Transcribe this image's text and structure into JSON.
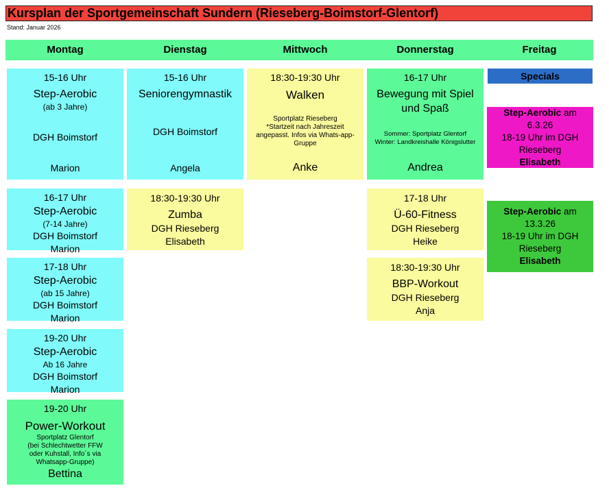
{
  "header": {
    "title": "Kursplan der Sportgemeinschaft Sundern (Rieseberg-Boimstorf-Glentorf)",
    "stand": "Stand: Januar 2026"
  },
  "days": {
    "monday": "Montag",
    "tuesday": "Dienstag",
    "wednesday": "Mittwoch",
    "thursday": "Donnerstag",
    "friday": "Freitag"
  },
  "monday": {
    "c1": {
      "time": "15-16 Uhr",
      "title": "Step-Aerobic",
      "sub": "(ab 3 Jahre)",
      "location": "DGH Boimstorf",
      "trainer": "Marion"
    },
    "c2": {
      "time": "16-17 Uhr",
      "title": "Step-Aerobic",
      "sub": "(7-14 Jahre)",
      "location": "DGH Boimstorf",
      "trainer": "Marion"
    },
    "c3": {
      "time": "17-18 Uhr",
      "title": "Step-Aerobic",
      "sub": "(ab 15 Jahre)",
      "location": "DGH Boimstorf",
      "trainer": "Marion"
    },
    "c4": {
      "time": "19-20 Uhr",
      "title": "Step-Aerobic",
      "sub": "Ab 16 Jahre",
      "location": "DGH Boimstorf",
      "trainer": "Marion"
    },
    "c5": {
      "time": "19-20 Uhr",
      "title": "Power-Workout",
      "note1": "Sportplatz Glentorf",
      "note2": "(bei Schlechtwetter FFW oder Kuhstall, Info´s via Whatsapp-Gruppe)",
      "trainer": "Bettina"
    }
  },
  "tuesday": {
    "c1": {
      "time": "15-16 Uhr",
      "title": "Seniorengymnastik",
      "location": "DGH Boimstorf",
      "trainer": "Angela"
    },
    "c2": {
      "time": "18:30-19:30 Uhr",
      "title": "Zumba",
      "location": "DGH Rieseberg",
      "trainer": "Elisabeth"
    }
  },
  "wednesday": {
    "c1": {
      "time": "18:30-19:30 Uhr",
      "title": "Walken",
      "note1": "Sportplatz Rieseberg",
      "note2": "*Startzeit nach Jahreszeit angepasst. Infos via Whats-app-Gruppe",
      "trainer": "Anke"
    }
  },
  "thursday": {
    "c1": {
      "time": "16-17 Uhr",
      "title": "Bewegung mit Spiel und Spaß",
      "note1": "Sommer: Sportplatz Glentorf",
      "note2": "Winter: Landkreishalle Königslutter",
      "trainer": "Andrea"
    },
    "c2": {
      "time": "17-18 Uhr",
      "title": "Ü-60-Fitness",
      "location": "DGH Rieseberg",
      "trainer": "Heike"
    },
    "c3": {
      "time": "18:30-19:30 Uhr",
      "title": "BBP-Workout",
      "location": "DGH Rieseberg",
      "trainer": "Anja"
    }
  },
  "friday": {
    "specials_label": "Specials",
    "s1": {
      "name": "Step-Aerobic",
      "suffix": " am",
      "date": "6.3.26",
      "line2": "18-19 Uhr im DGH",
      "line3": "Rieseberg",
      "trainer": "Elisabeth"
    },
    "s2": {
      "name": "Step-Aerobic",
      "suffix": " am",
      "date": "13.3.26",
      "line2": "18-19 Uhr im DGH",
      "line3": "Rieseberg",
      "trainer": "Elisabeth"
    }
  },
  "colors": {
    "title_bar": "#F2433B",
    "weekday_header": "#5CF998",
    "cyan_cell": "#80FAFA",
    "yellow_cell": "#FAFA9E",
    "green_cell": "#5CF998",
    "specials_bar": "#2C6EC7",
    "special_magenta": "#EF18C6",
    "special_green": "#3EC93C"
  }
}
